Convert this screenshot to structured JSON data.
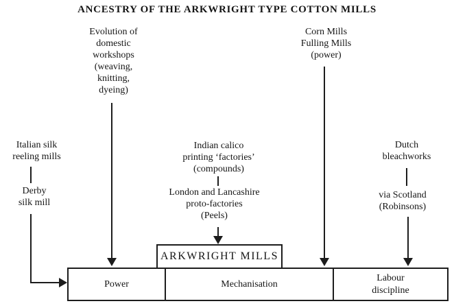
{
  "title": "ANCESTRY OF THE ARKWRIGHT TYPE COTTON MILLS",
  "nodes": {
    "evolution": "Evolution of\ndomestic\nworkshops\n(weaving,\nknitting,\ndyeing)",
    "corn_mills": "Corn Mills\nFulling Mills\n(power)",
    "italian_silk": "Italian silk\nreeling mills",
    "derby": "Derby\nsilk mill",
    "indian_calico": "Indian calico\nprinting ‘factories’\n(compounds)",
    "london_lancashire": "London and Lancashire\nproto-factories\n(Peels)",
    "dutch": "Dutch\nbleachworks",
    "via_scotland": "via Scotland\n(Robinsons)"
  },
  "arkwright_box": {
    "label": "ARKWRIGHT MILLS"
  },
  "foundation_box": {
    "cells": [
      {
        "label": "Power"
      },
      {
        "label": "Mechanisation"
      },
      {
        "label": "Labour\ndiscipline"
      }
    ]
  },
  "colors": {
    "ink": "#1c1c1c",
    "background": "#ffffff"
  }
}
